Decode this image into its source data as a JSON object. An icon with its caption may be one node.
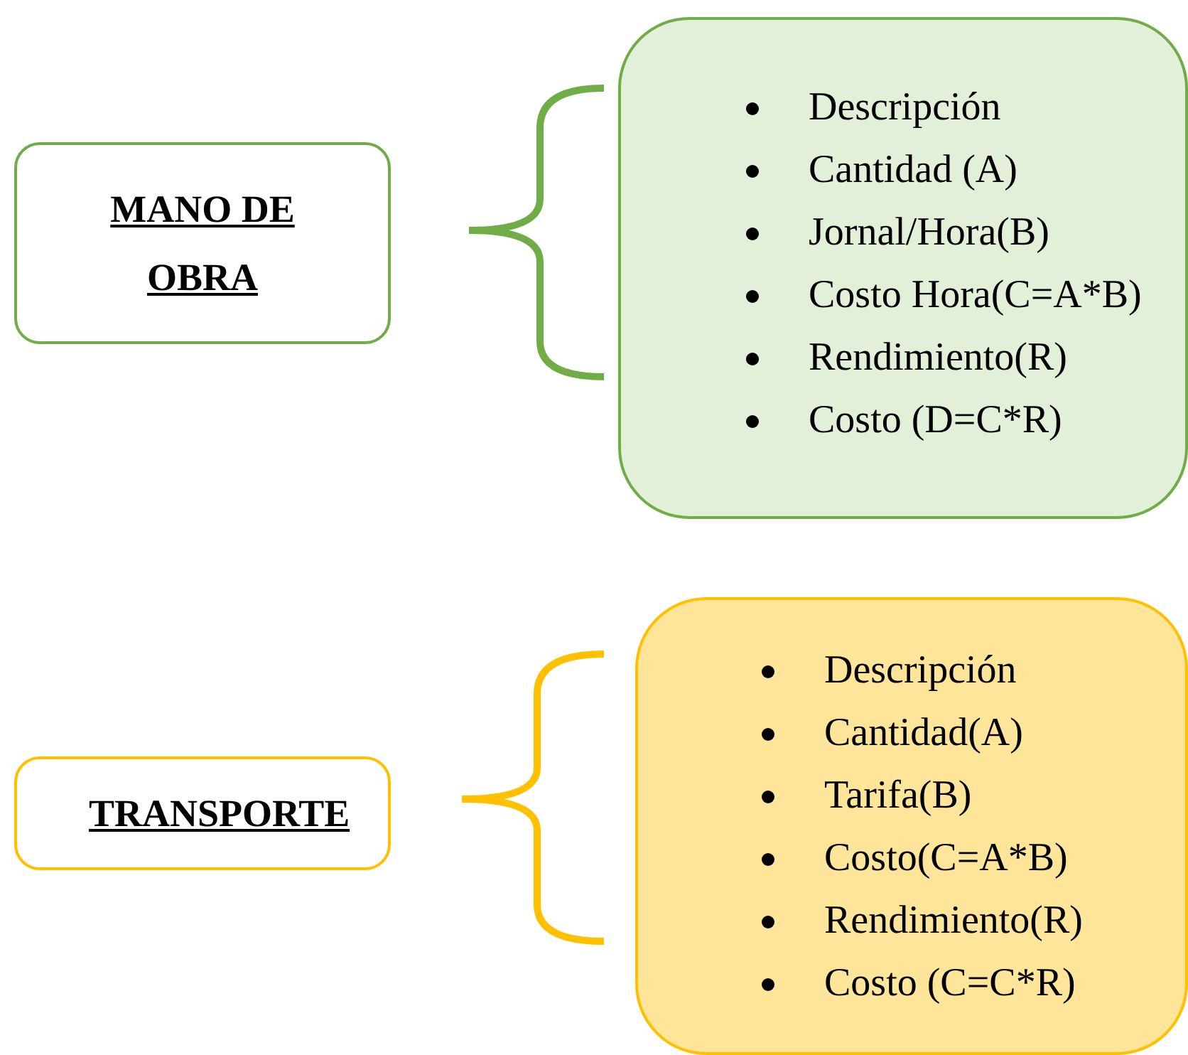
{
  "diagram": {
    "nodes": [
      {
        "text": [
          "MANO DE OBRA"
        ]
      },
      {
        "text": [
          "Descripción",
          "Cantidad (A)",
          "Jornal/Hora(B)",
          "Costo Hora(C=A*B)",
          "Rendimiento(R)",
          "Costo (D=C*R)"
        ]
      },
      {
        "text": [
          "TRANSPORTE"
        ]
      },
      {
        "text": [
          "Descripción",
          "Cantidad(A)",
          "Tarifa(B)",
          "Costo(C=A*B)",
          "Rendimiento(R)",
          "Costo (C=C*R)"
        ]
      }
    ],
    "edges": []
  }
}
